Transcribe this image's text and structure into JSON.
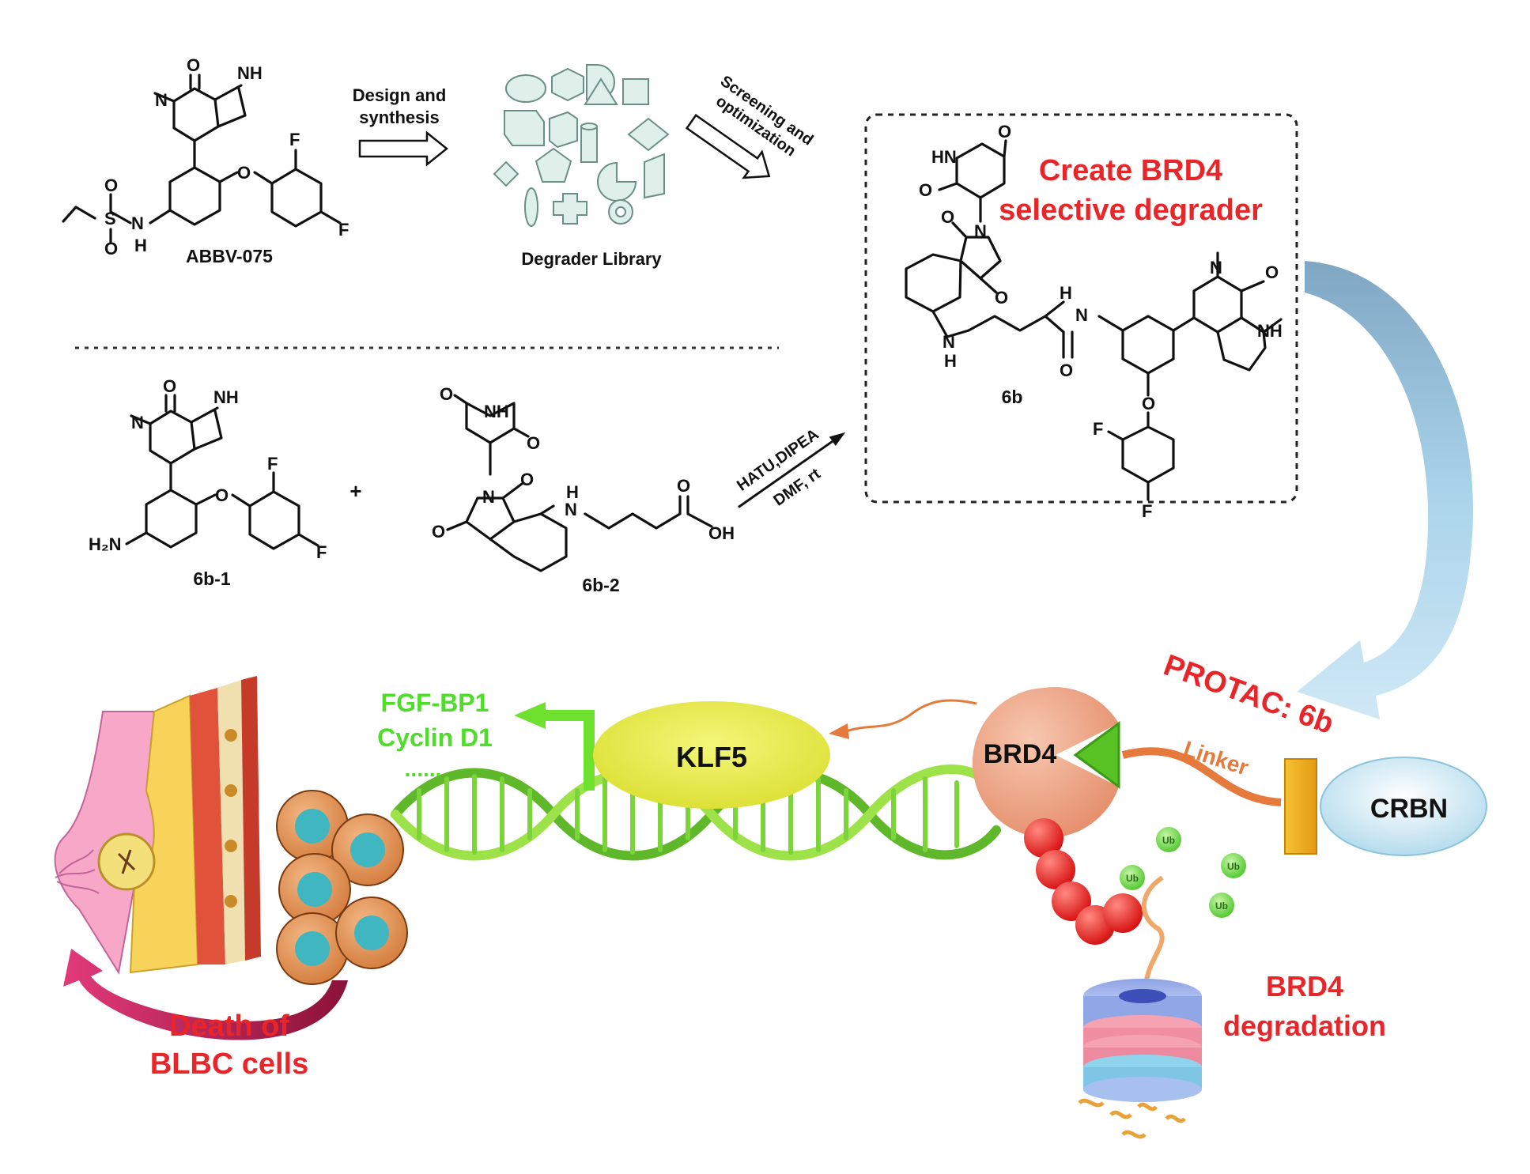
{
  "compounds": {
    "abbv075": {
      "name": "ABBV-075",
      "atoms": {
        "o": "O",
        "n": "N",
        "nh": "NH",
        "f1": "F",
        "f2": "F",
        "o_ether": "O",
        "s": "S",
        "o_s1": "O",
        "o_s2": "O",
        "n_amide": "N",
        "h": "H"
      }
    },
    "compound_6b": {
      "name": "6b",
      "atoms": {
        "hn": "HN",
        "o1": "O",
        "o2": "O",
        "n_imide": "N",
        "o3": "O",
        "o4": "O",
        "nh_link": "N",
        "h_link": "H",
        "nh_amide": "N",
        "h_amide": "H",
        "o_amide": "O",
        "n_methyl": "N",
        "o5": "O",
        "nh_pyrrole": "NH",
        "o_ether": "O",
        "f1": "F",
        "f2": "F"
      }
    },
    "compound_6b1": {
      "name": "6b-1",
      "atoms": {
        "o": "O",
        "n": "N",
        "nh": "NH",
        "f1": "F",
        "f2": "F",
        "o_ether": "O",
        "h2n": "H₂N"
      }
    },
    "compound_6b2": {
      "name": "6b-2",
      "atoms": {
        "o1": "O",
        "nh": "NH",
        "o2": "O",
        "o3": "O",
        "n": "N",
        "o4": "O",
        "n_link": "N",
        "h_link": "H",
        "o5": "O",
        "oh": "OH"
      }
    }
  },
  "workflow": {
    "step1": [
      "Design and",
      "synthesis"
    ],
    "library_label": "Degrader Library",
    "step2": [
      "Screening and",
      "optimization"
    ],
    "goal": [
      "Create BRD4",
      "selective degrader"
    ],
    "plus": "+",
    "reagents_top": "HATU,DIPEA",
    "reagents_bottom": "DMF, rt"
  },
  "mechanism": {
    "protac_label": "PROTAC: 6b",
    "linker_label": "Linker",
    "crbn_label": "CRBN",
    "brd4_label": "BRD4",
    "klf5_label": "KLF5",
    "targets": [
      "FGF-BP1",
      "Cyclin D1",
      "......"
    ],
    "ub_label": "Ub",
    "degradation": [
      "BRD4",
      "degradation"
    ],
    "death": [
      "Death of",
      "BLBC cells"
    ]
  },
  "colors": {
    "red_text": "#e8262a",
    "green_text": "#4fdc2a",
    "blue_arrow": "#a9d3ea",
    "brd4": "#ec9f80",
    "klf5": "#e6ea3c",
    "crbn": "#cce8f3",
    "dna": "#7bd43a",
    "linker": "#e57a3c",
    "library_shape": "#dff0ea",
    "cell": "#e08a4c",
    "nucleus": "#3fb6c0"
  }
}
